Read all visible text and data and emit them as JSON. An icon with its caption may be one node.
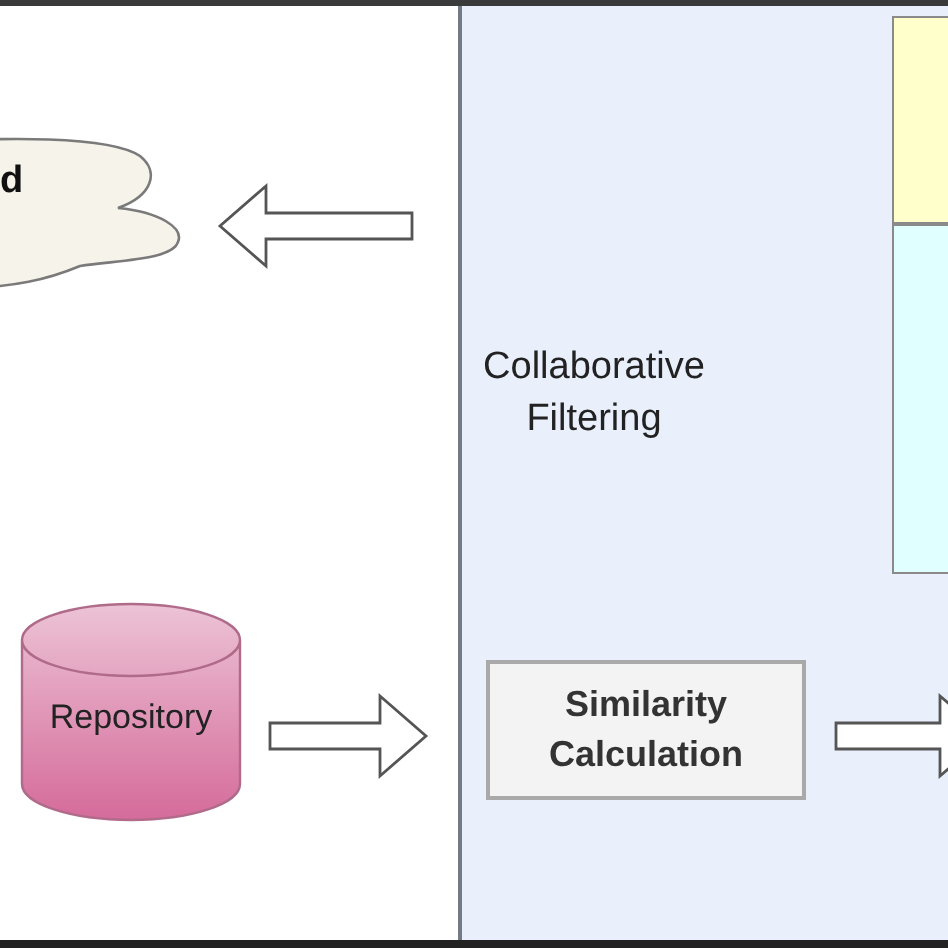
{
  "diagram": {
    "nodes": [
      {
        "text": [
          "d"
        ]
      },
      {
        "text": [
          "Collaborative Filtering"
        ]
      },
      {
        "text": [],
        "shape": "box",
        "in": 1
      },
      {
        "text": [],
        "shape": "box",
        "in": 1
      },
      {
        "text": [
          "Similarity Calculation"
        ],
        "in": 1
      },
      {
        "text": [
          "Repository"
        ]
      }
    ],
    "edges": [
      {
        "from": 1,
        "to": 0,
        "arrow": "to"
      },
      {
        "from": 5,
        "to": 1,
        "arrow": "to"
      },
      {
        "from": 4,
        "to": null,
        "arrow": "to"
      }
    ]
  }
}
